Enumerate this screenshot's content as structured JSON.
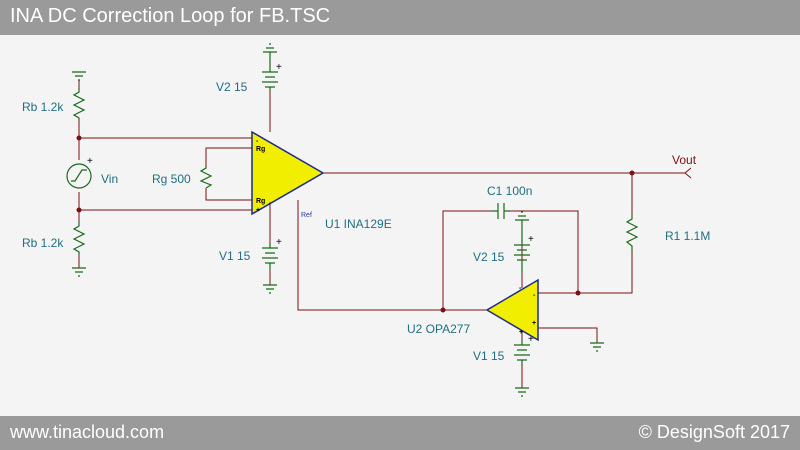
{
  "header": {
    "title": "INA DC Correction Loop for FB.TSC"
  },
  "footer": {
    "site": "www.tinacloud.com",
    "copyright": "© DesignSoft 2017"
  },
  "components": {
    "rb_top": "Rb 1.2k",
    "rb_bottom": "Rb 1.2k",
    "vin": "Vin",
    "rg": "Rg 500",
    "v2_top": "V2 15",
    "v1_top": "V1 15",
    "u1": "U1 INA129E",
    "c1": "C1 100n",
    "v2_bottom": "V2 15",
    "v1_bottom": "V1 15",
    "u2": "U2 OPA277",
    "r1": "R1 1.1M",
    "vout": "Vout"
  },
  "pins": {
    "rg_upper": "Rg",
    "rg_lower": "Rg",
    "minus": "-",
    "plus": "+",
    "ref": "Ref"
  },
  "colors": {
    "wire": "#7a1010",
    "component": "#1a6a1a",
    "opamp_fill": "#f2ee00",
    "opamp_outline": "#1a2a8a",
    "label": "#1f6f80",
    "bars": "#9a9a9a"
  }
}
